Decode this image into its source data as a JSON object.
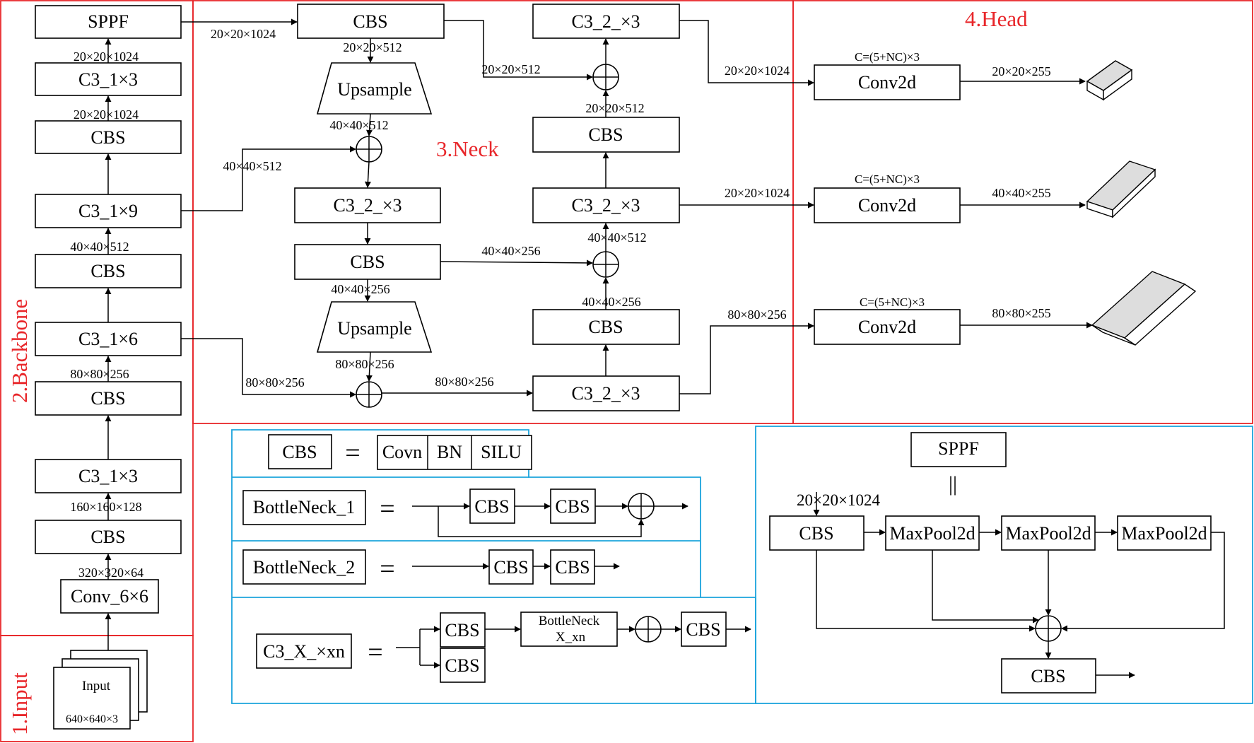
{
  "sections": {
    "input": "1.Input",
    "backbone": "2.Backbone",
    "neck": "3.Neck",
    "head": "4.Head"
  },
  "backbone": {
    "sppf": "SPPF",
    "c3_1x3_top": "C3_1×3",
    "cbs_1": "CBS",
    "c3_1x9": "C3_1×9",
    "cbs_2": "CBS",
    "c3_1x6": "C3_1×6",
    "cbs_3": "CBS",
    "c3_1x3_bottom": "C3_1×3",
    "cbs_4": "CBS",
    "conv_6x6": "Conv_6×6",
    "input_label": "Input",
    "input_size": "640×640×3",
    "dims": {
      "d1": "20×20×1024",
      "d2": "20×20×1024",
      "d3": "40×40×512",
      "d4": "80×80×256",
      "d5": "160×160×128",
      "d6": "320×320×64"
    }
  },
  "neck": {
    "cbs_top": "CBS",
    "upsample_1": "Upsample",
    "c3_2x3_left": "C3_2_×3",
    "cbs_mid": "CBS",
    "upsample_2": "Upsample",
    "c3_2x3_top": "C3_2_×3",
    "cbs_right_1": "CBS",
    "c3_2x3_mid": "C3_2_×3",
    "cbs_right_2": "CBS",
    "c3_2x3_bottom": "C3_2_×3",
    "dims": {
      "sppf_out": "20×20×1024",
      "cbs_top_out": "20×20×512",
      "cbs_to_add": "20×20×512",
      "up1_out": "40×40×512",
      "c3_1x9_branch": "40×40×512",
      "cbs_mid_out": "40×40×256",
      "cbs_mid_branch": "40×40×256",
      "up2_out": "80×80×256",
      "c3_1x6_branch": "80×80×256",
      "add_out": "80×80×256",
      "r_cbs_in": "40×40×256",
      "r_add_in": "40×40×512",
      "r_top_in": "20×20×512"
    }
  },
  "head": {
    "conv_label": "Conv2d",
    "channels": "C=(5+NC)×3",
    "in_1": "20×20×1024",
    "in_2": "20×20×1024",
    "in_3": "80×80×256",
    "out_1": "20×20×255",
    "out_2": "40×40×255",
    "out_3": "80×80×255"
  },
  "legend": {
    "cbs": "CBS",
    "equals": "=",
    "covn": "Covn",
    "bn": "BN",
    "silu": "SILU",
    "bottleneck_1": "BottleNeck_1",
    "bottleneck_2": "BottleNeck_2",
    "c3_x_xn": "C3_X_×xn",
    "bottleneck_x_line1": "BottleNeck",
    "bottleneck_x_line2": "X_xn",
    "sppf": "SPPF",
    "sppf_equals": "||",
    "sppf_input": "20×20×1024",
    "maxpool": "MaxPool2d"
  }
}
